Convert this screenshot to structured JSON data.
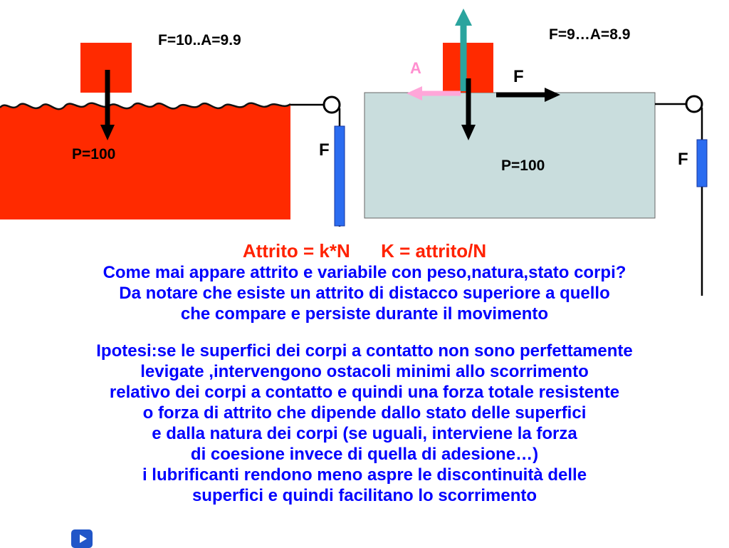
{
  "left_diagram": {
    "top_label": "F=10..A=9.9",
    "weight_label": "P=100",
    "rope_force_label": "F"
  },
  "right_diagram": {
    "top_label": "F=9…A=8.9",
    "friction_label": "A",
    "applied_force_label": "F",
    "weight_label": "P=100",
    "rope_force_label": "F"
  },
  "formula_line": "Attrito = k*N      K = attrito/N",
  "intro_lines": [
    "Come mai appare attrito e variabile con peso,natura,stato corpi?",
    "Da notare che esiste un attrito di distacco superiore a quello",
    "che compare e persiste durante il movimento"
  ],
  "hypothesis_lines": [
    "Ipotesi:se le superfici dei corpi a contatto non sono perfettamente",
    "levigate ,intervengono ostacoli minimi allo scorrimento",
    "relativo dei corpi a contatto e quindi una forza totale resistente",
    "o forza di attrito che dipende dallo stato delle superfici",
    "e dalla natura dei corpi (se uguali, interviene la forza",
    "di coesione invece di quella di adesione…)",
    "i lubrificanti rendono meno aspre le discontinuità delle",
    "superfici e quindi facilitano lo scorrimento"
  ],
  "icons": {
    "watermark": "slideplayer-play-icon"
  },
  "colors": {
    "block_red": "#ff2a00",
    "surface_blue": "#c9dddd",
    "weight_blue": "#2b6cf0",
    "arrow_teal": "#2aa49e",
    "arrow_pink": "#ffa6d9",
    "text_blue": "#0000fe",
    "formula_red": "#ff2200"
  }
}
